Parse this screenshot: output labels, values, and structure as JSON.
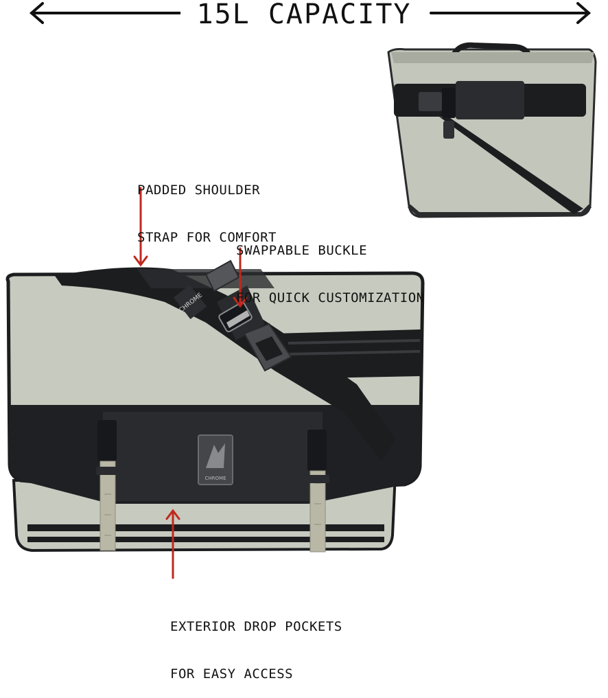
{
  "header": {
    "capacity_label": "15L CAPACITY"
  },
  "callouts": {
    "shoulder_strap": {
      "line1": "PADDED SHOULDER",
      "line2": "STRAP FOR COMFORT"
    },
    "buckle": {
      "line1": "SWAPPABLE BUCKLE",
      "line2": "FOR QUICK CUSTOMIZATION"
    },
    "pockets": {
      "line1": "EXTERIOR DROP POCKETS",
      "line2": "FOR EASY ACCESS"
    }
  },
  "brand": {
    "logo_text": "CHROME"
  },
  "colors": {
    "bag_body": "#c5c8bd",
    "bag_dark": "#1c1d1f",
    "strap_tan": "#b9b8a6",
    "arrow_red": "#c0281e"
  }
}
